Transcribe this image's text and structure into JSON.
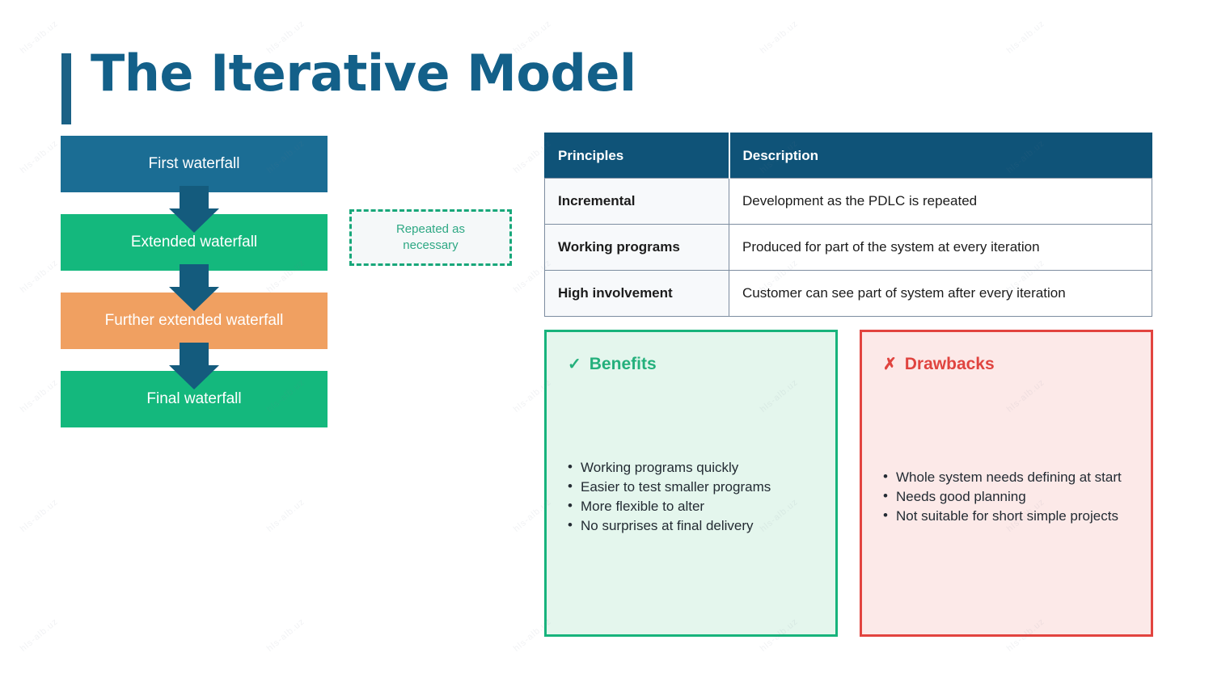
{
  "slide": {
    "title": "The Iterative Model",
    "accent_color": "#136089"
  },
  "flow": {
    "steps": [
      {
        "label": "First waterfall",
        "color": "#1b6d94"
      },
      {
        "label": "Extended waterfall",
        "color": "#14b87d"
      },
      {
        "label": "Further extended waterfall",
        "color": "#f0a061"
      },
      {
        "label": "Final waterfall",
        "color": "#14b87d"
      }
    ],
    "arrow_color": "#145b7d",
    "note": {
      "line1": "Repeated as",
      "line2": "necessary",
      "color": "#2ea884"
    }
  },
  "table": {
    "headers": [
      "Principles",
      "Description"
    ],
    "header_bg": "#0f5378",
    "rows": [
      {
        "principle": "Incremental",
        "description": "Development as the PDLC is repeated"
      },
      {
        "principle": "Working programs",
        "description": "Produced for part of the system at every iteration"
      },
      {
        "principle": "High involvement",
        "description": "Customer can see part of system after every iteration"
      }
    ]
  },
  "benefits": {
    "icon": "check-icon",
    "icon_glyph": "✓",
    "title": "Benefits",
    "color": "#24b07c",
    "bg": "#e4f6ed",
    "items": [
      "Working programs quickly",
      "Easier to test smaller programs",
      "More flexible to alter",
      "No surprises at final delivery"
    ]
  },
  "drawbacks": {
    "icon": "cross-icon",
    "icon_glyph": "✗",
    "title": "Drawbacks",
    "color": "#e0443f",
    "bg": "#fce9e8",
    "items": [
      "Whole system needs defining at start",
      "Needs good planning",
      "Not suitable for short simple projects"
    ]
  },
  "watermark": {
    "text": "hls-alb.uz"
  }
}
